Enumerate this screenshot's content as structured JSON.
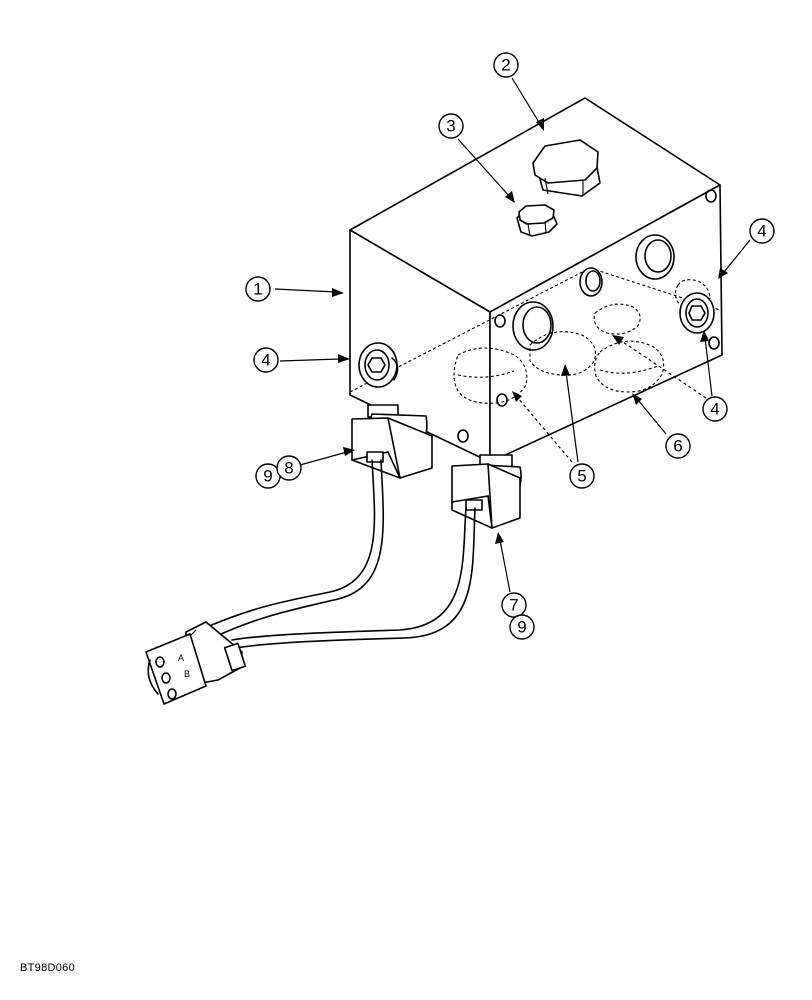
{
  "figure_code": "BT98D060",
  "callouts": [
    {
      "label": "1"
    },
    {
      "label": "2"
    },
    {
      "label": "3"
    },
    {
      "label": "4"
    },
    {
      "label": "4"
    },
    {
      "label": "4"
    },
    {
      "label": "5"
    },
    {
      "label": "6"
    },
    {
      "label": "9"
    },
    {
      "label": "8"
    },
    {
      "label": "7"
    },
    {
      "label": "9"
    }
  ]
}
